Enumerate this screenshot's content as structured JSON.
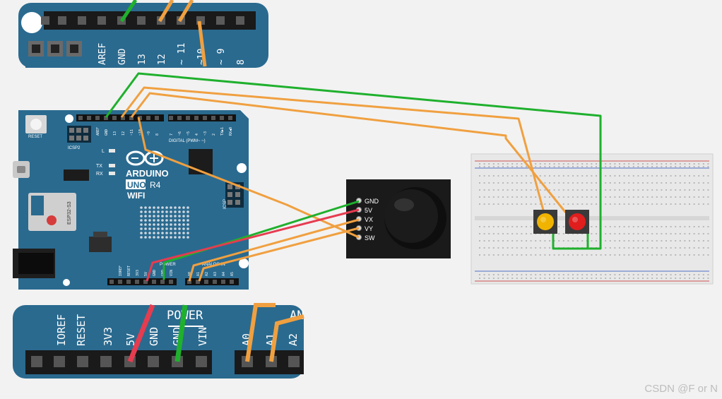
{
  "zoom_top": {
    "pins": [
      {
        "label": "AREF"
      },
      {
        "label": "GND"
      },
      {
        "label": "13"
      },
      {
        "label": "12"
      },
      {
        "label": "~ 11"
      },
      {
        "label": "~10"
      },
      {
        "label": "~ 9"
      },
      {
        "label": "8"
      }
    ]
  },
  "arduino": {
    "brand": "ARDUINO",
    "model_left": "UNO",
    "model_right": "R4",
    "wifi": "WIFI",
    "module": "ESP32-S3",
    "reset": "RESET",
    "icsp2": "ICSP2",
    "icsp": "ICSP",
    "digital": "DIGITAL (PWM~ ~)",
    "led_l": "L",
    "led_tx": "TX",
    "led_rx": "RX",
    "power_hdr": "POWER",
    "analog_hdr": "ANALOG IN",
    "top_pins": [
      "AREF",
      "GND",
      "13",
      "12",
      "~11",
      "~10",
      "~9",
      "8",
      "7",
      "~6",
      "~5",
      "4",
      "~3",
      "2",
      "TX▶1",
      "RX◀0"
    ],
    "bottom_pins": [
      "IOREF",
      "RESET",
      "3V3",
      "5V",
      "GND",
      "GND",
      "VIN",
      "A0",
      "A1",
      "A2",
      "A3",
      "A4",
      "A5"
    ]
  },
  "joystick": {
    "pins": [
      "GND",
      "5V",
      "VX",
      "VY",
      "SW"
    ]
  },
  "zoom_bottom": {
    "power_label": "POWER",
    "analog_label": "AN",
    "pins": [
      "IOREF",
      "RESET",
      "3V3",
      "5V",
      "GND",
      "GND",
      "VIN",
      "A0",
      "A1",
      "A2"
    ]
  },
  "breadboard": {
    "buttons": [
      {
        "name": "yellow-button",
        "color": "#f0b400"
      },
      {
        "name": "red-button",
        "color": "#e01e1e"
      }
    ]
  },
  "wires": {
    "green": "#1fb02d",
    "orange": "#f0a040",
    "red": "#e53c50"
  },
  "board_color": "#2a6a8f",
  "watermark": "CSDN @F or N"
}
